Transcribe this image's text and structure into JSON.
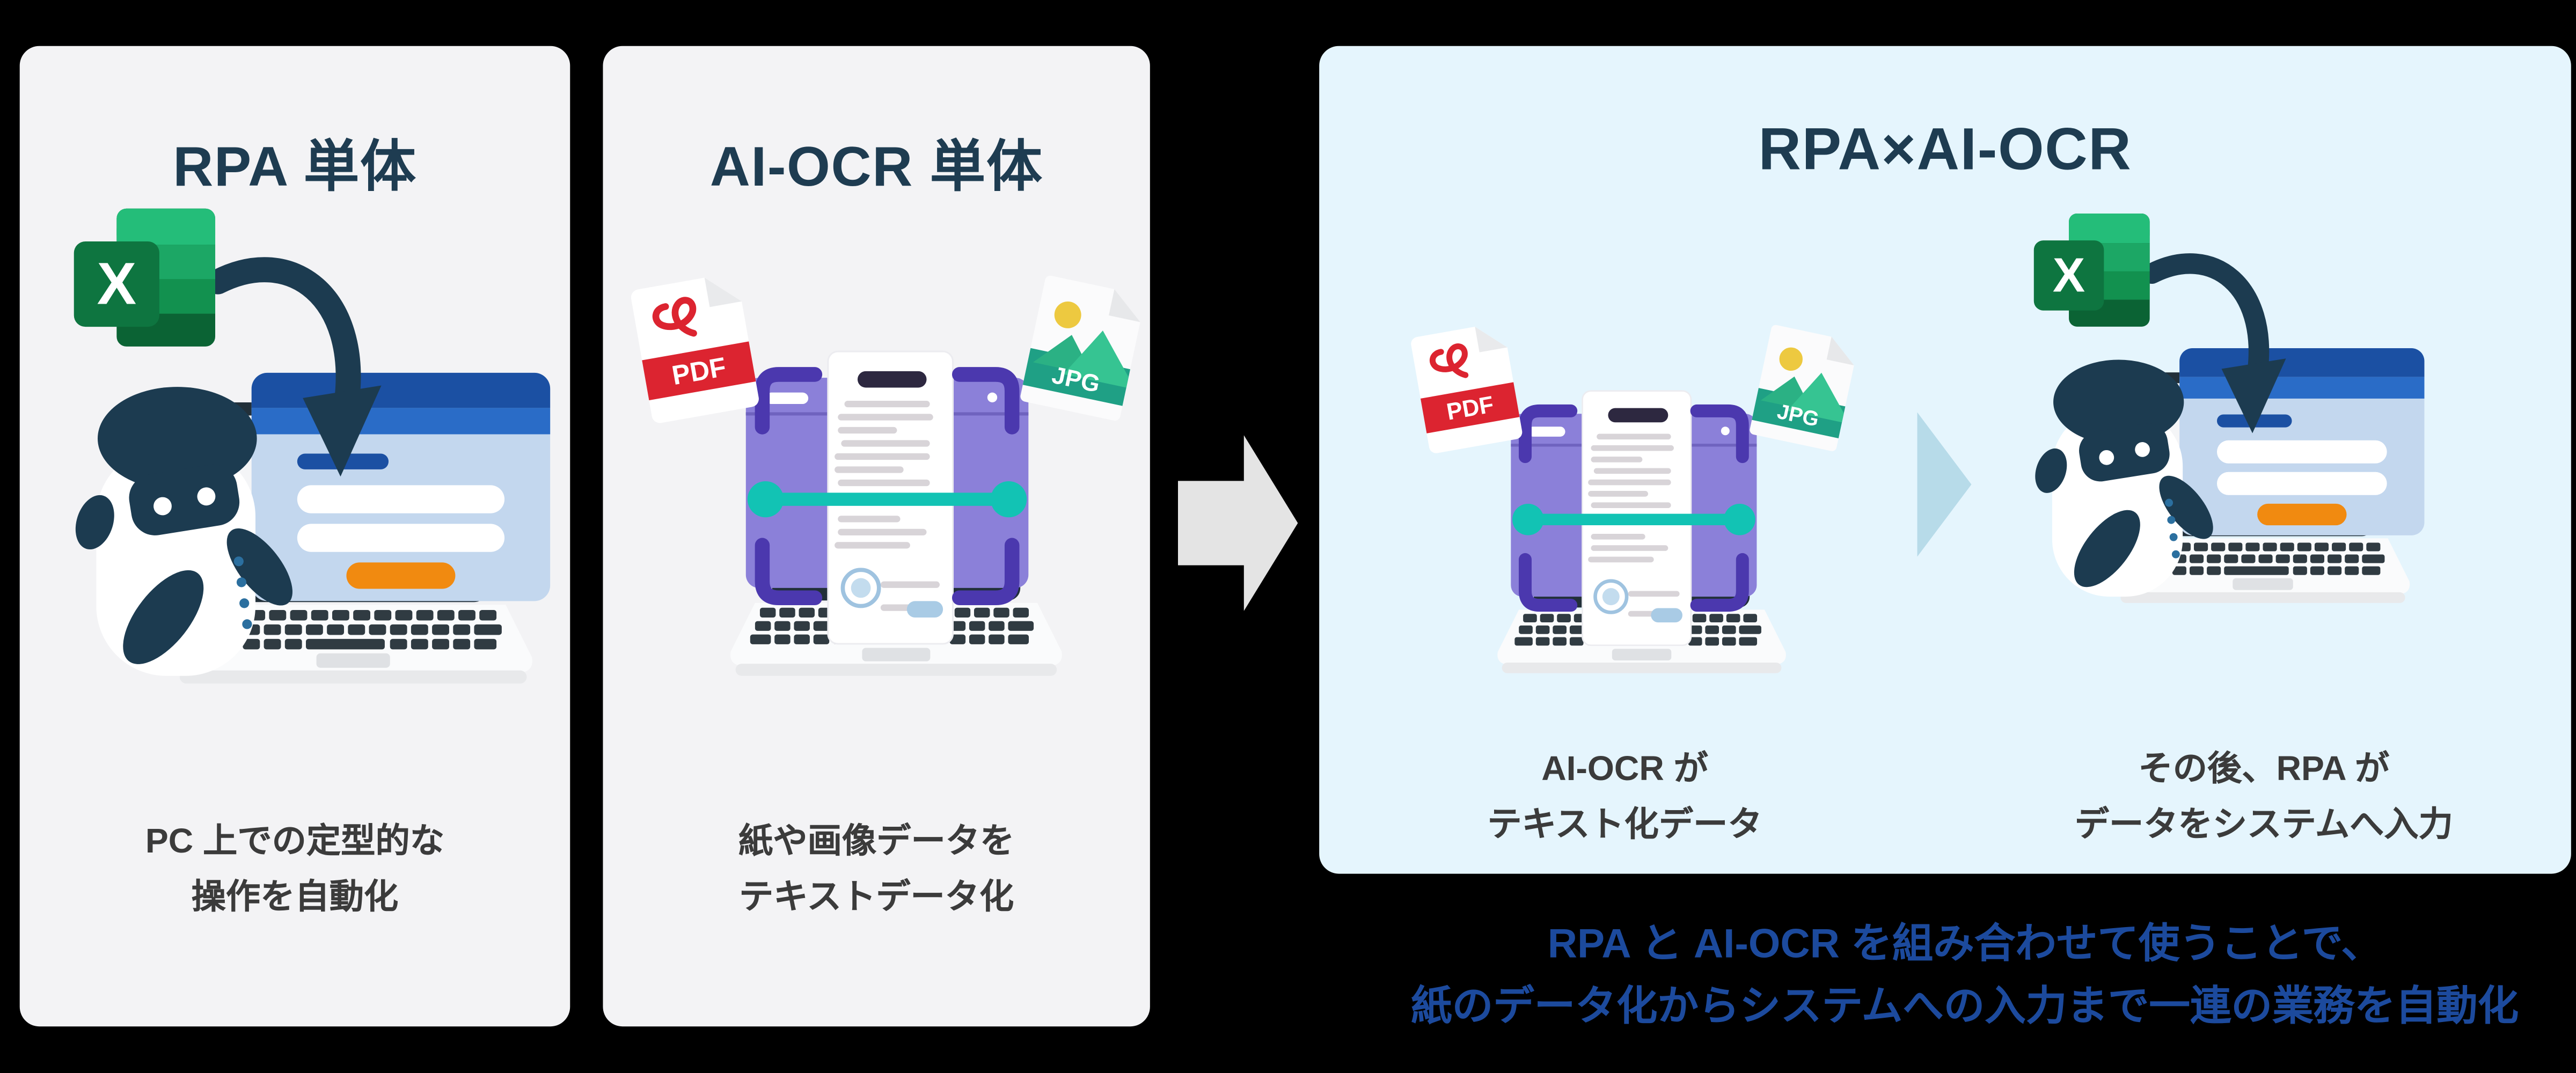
{
  "panels": {
    "rpa": {
      "title": "RPA 単体",
      "caption": [
        "PC 上での定型的な",
        "操作を自動化"
      ]
    },
    "aiocr": {
      "title": "AI-OCR 単体",
      "caption": [
        "紙や画像データを",
        "テキストデータ化"
      ]
    },
    "combo": {
      "title": "RPA×AI-OCR",
      "caption_left": [
        "AI-OCR が",
        "テキスト化データ"
      ],
      "caption_right": [
        "その後、RPA が",
        "データをシステムへ入力"
      ]
    }
  },
  "note": [
    "RPA と AI-OCR を組み合わせて使うことで、",
    "紙のデータ化からシステムへの入力まで一連の業務を自動化"
  ],
  "icons": {
    "excel_letter": "X",
    "pdf_label": "PDF",
    "jpg_label": "JPG"
  },
  "colors": {
    "background": "#000000",
    "panel_gray": "#f3f3f5",
    "panel_blue": "#e5f5fd",
    "title_navy": "#1e3c51",
    "caption_gray": "#3b3b3b",
    "note_blue": "#1c4a9d",
    "arrow_gray": "#e4e4e4",
    "pointer_blue": "#b7dbe9",
    "robot_navy": "#1c3b50",
    "excel_green": "#0e7540",
    "pdf_red": "#dc2430",
    "jpg_teal": "#22a285",
    "scan_teal": "#12c3b4",
    "window_purple": "#8b80d9",
    "bracket_purple": "#4b38ae",
    "browser_blue": "#1b50a3",
    "button_orange": "#f18a10"
  }
}
